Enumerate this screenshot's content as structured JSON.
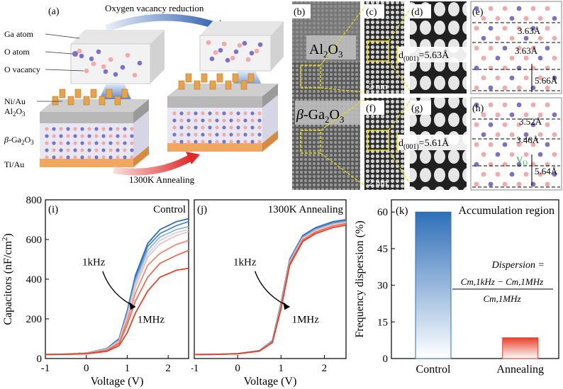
{
  "panel_a": {
    "letter": "(a)",
    "top_arrow": "Oxygen vacancy reduction",
    "bottom_arrow": "1300K Annealing",
    "legend": [
      "Ga atom",
      "O atom",
      "O vacancy"
    ],
    "layers": [
      "Ni/Au",
      "Al2O3",
      "β-Ga2O3",
      "Ti/Au"
    ]
  },
  "tem": {
    "b_letter": "(b)",
    "c_letter": "(c)",
    "d_letter": "(d)",
    "e_letter": "(e)",
    "f_letter": "(f)",
    "g_letter": "(g)",
    "h_letter": "(h)",
    "al2o3": "Al2O3",
    "ga2o3": "β-Ga2O3",
    "d001_top": "d(001)=5.63Å",
    "d001_bot": "d(001)=5.61Å",
    "scale_top": "2 nm",
    "scale_bot": "2 nm",
    "e_vals": [
      "3.63Å",
      "3.63Å",
      "5.66Å"
    ],
    "h_vals": [
      "3.52Å",
      "3.46Å",
      "5.64Å"
    ],
    "vo": "VO"
  },
  "colors": {
    "low_freq": "#2f6fb8",
    "high_freq": "#e8402a",
    "ga_atom": "#7a72c8",
    "o_atom": "#f4a8a8"
  },
  "chart_data": [
    {
      "type": "line",
      "letter": "(i)",
      "title": "Control",
      "xlabel": "Voltage (V)",
      "ylabel": "Capacitors (nF/cm2)",
      "xlim": [
        -1,
        2.5
      ],
      "ylim": [
        0,
        800
      ],
      "xticks": [
        "-1",
        "0",
        "1",
        "2"
      ],
      "yticks": [
        "0",
        "200",
        "400",
        "600",
        "800"
      ],
      "annotation_start": "1kHz",
      "annotation_end": "1MHz",
      "series": [
        {
          "x": [
            -1,
            -0.5,
            0,
            0.5,
            0.8,
            1.0,
            1.2,
            1.5,
            1.8,
            2.2,
            2.5
          ],
          "values": [
            20,
            22,
            28,
            50,
            100,
            240,
            420,
            580,
            650,
            690,
            705
          ],
          "color": "#2f6fb8"
        },
        {
          "x": [
            -1,
            -0.5,
            0,
            0.5,
            0.8,
            1.0,
            1.2,
            1.5,
            1.8,
            2.2,
            2.5
          ],
          "values": [
            20,
            22,
            28,
            48,
            95,
            230,
            405,
            565,
            630,
            670,
            690
          ],
          "color": "#4c86c8"
        },
        {
          "x": [
            -1,
            -0.5,
            0,
            0.5,
            0.8,
            1.0,
            1.2,
            1.5,
            1.8,
            2.2,
            2.5
          ],
          "values": [
            20,
            22,
            28,
            47,
            92,
            222,
            390,
            545,
            612,
            650,
            665
          ],
          "color": "#8fb3db"
        },
        {
          "x": [
            -1,
            -0.5,
            0,
            0.5,
            0.8,
            1.0,
            1.2,
            1.5,
            1.8,
            2.2,
            2.5
          ],
          "values": [
            20,
            22,
            27,
            45,
            88,
            212,
            375,
            525,
            595,
            635,
            650
          ],
          "color": "#c9d6ea"
        },
        {
          "x": [
            -1,
            -0.5,
            0,
            0.5,
            0.8,
            1.0,
            1.2,
            1.5,
            1.8,
            2.2,
            2.5
          ],
          "values": [
            20,
            22,
            27,
            44,
            85,
            205,
            360,
            510,
            578,
            620,
            640
          ],
          "color": "#f2c0b4"
        },
        {
          "x": [
            -1,
            -0.5,
            0,
            0.5,
            0.8,
            1.0,
            1.2,
            1.5,
            1.8,
            2.2,
            2.5
          ],
          "values": [
            20,
            22,
            26,
            42,
            80,
            190,
            330,
            470,
            530,
            575,
            595
          ],
          "color": "#f08a78"
        },
        {
          "x": [
            -1,
            -0.5,
            0,
            0.5,
            0.8,
            1.0,
            1.2,
            1.5,
            1.8,
            2.2,
            2.5
          ],
          "values": [
            20,
            22,
            25,
            40,
            75,
            170,
            290,
            410,
            480,
            520,
            545
          ],
          "color": "#ec6a56"
        },
        {
          "x": [
            -1,
            -0.5,
            0,
            0.5,
            0.8,
            1.0,
            1.2,
            1.5,
            1.8,
            2.2,
            2.5
          ],
          "values": [
            20,
            21,
            24,
            36,
            65,
            130,
            230,
            340,
            410,
            445,
            455
          ],
          "color": "#e8402a"
        }
      ]
    },
    {
      "type": "line",
      "letter": "(j)",
      "title": "1300K Annealing",
      "xlabel": "Voltage (V)",
      "xlim": [
        -1,
        2.5
      ],
      "ylim": [
        0,
        800
      ],
      "xticks": [
        "-1",
        "0",
        "1",
        "2"
      ],
      "annotation_start": "1kHz",
      "annotation_end": "1MHz",
      "series": [
        {
          "x": [
            -1,
            -0.5,
            0,
            0.5,
            0.8,
            1.0,
            1.2,
            1.5,
            1.8,
            2.2,
            2.5
          ],
          "values": [
            20,
            21,
            25,
            40,
            90,
            280,
            500,
            620,
            660,
            690,
            700
          ],
          "color": "#2f6fb8"
        },
        {
          "x": [
            -1,
            -0.5,
            0,
            0.5,
            0.8,
            1.0,
            1.2,
            1.5,
            1.8,
            2.2,
            2.5
          ],
          "values": [
            20,
            21,
            25,
            40,
            88,
            275,
            495,
            615,
            655,
            685,
            695
          ],
          "color": "#4c86c8"
        },
        {
          "x": [
            -1,
            -0.5,
            0,
            0.5,
            0.8,
            1.0,
            1.2,
            1.5,
            1.8,
            2.2,
            2.5
          ],
          "values": [
            20,
            21,
            25,
            39,
            86,
            270,
            490,
            610,
            650,
            680,
            690
          ],
          "color": "#8fb3db"
        },
        {
          "x": [
            -1,
            -0.5,
            0,
            0.5,
            0.8,
            1.0,
            1.2,
            1.5,
            1.8,
            2.2,
            2.5
          ],
          "values": [
            20,
            21,
            25,
            39,
            84,
            265,
            485,
            605,
            645,
            675,
            685
          ],
          "color": "#f2c0b4"
        },
        {
          "x": [
            -1,
            -0.5,
            0,
            0.5,
            0.8,
            1.0,
            1.2,
            1.5,
            1.8,
            2.2,
            2.5
          ],
          "values": [
            20,
            21,
            24,
            38,
            82,
            258,
            478,
            598,
            638,
            668,
            680
          ],
          "color": "#ec6a56"
        },
        {
          "x": [
            -1,
            -0.5,
            0,
            0.5,
            0.8,
            1.0,
            1.2,
            1.5,
            1.8,
            2.2,
            2.5
          ],
          "values": [
            20,
            21,
            24,
            37,
            80,
            250,
            470,
            590,
            630,
            660,
            672
          ],
          "color": "#e8402a"
        }
      ]
    },
    {
      "type": "bar",
      "letter": "(k)",
      "title": "Accumulation region",
      "ylabel": "Frequency dispersion (%)",
      "categories": [
        "Control",
        "Annealing"
      ],
      "values": [
        60,
        8.5
      ],
      "ylim": [
        0,
        65
      ],
      "yticks": [
        "0",
        "15",
        "30",
        "45",
        "60"
      ],
      "colors": [
        "#2f6fb8",
        "#e8402a"
      ],
      "formula_lhs": "Dispersion =",
      "formula_num": "Cm,1kHz − Cm,1MHz",
      "formula_den": "Cm,1MHz"
    }
  ]
}
